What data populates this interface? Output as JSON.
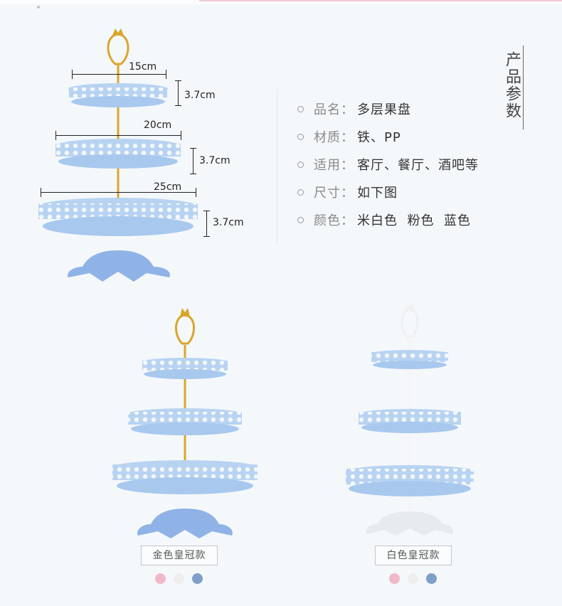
{
  "dimensions": {
    "top_width": "15cm",
    "middle_width": "20cm",
    "bottom_width": "25cm",
    "top_height": "3.7cm",
    "middle_height": "3.7cm",
    "bottom_height": "3.7cm"
  },
  "spec": {
    "title": "产品参数",
    "rows": [
      {
        "label": "品名：",
        "value": "多层果盘"
      },
      {
        "label": "材质：",
        "value": "铁、PP"
      },
      {
        "label": "适用：",
        "value": "客厅、餐厅、酒吧等"
      },
      {
        "label": "尺寸：",
        "value": "如下图"
      },
      {
        "label": "颜色：",
        "value": "米白色  粉色  蓝色"
      }
    ]
  },
  "variants": [
    {
      "caption": "金色皇冠款"
    },
    {
      "caption": "白色皇冠款"
    }
  ],
  "colors": {
    "tray_blue": "#a8c8ee",
    "gold": "#d9a62a",
    "swatch_pink": "#f0b8c8",
    "swatch_white": "#f0eeec",
    "swatch_blue": "#7f9ec8"
  },
  "icons": {
    "bullet": "circle-outline-icon",
    "crown": "crown-handle-icon"
  }
}
